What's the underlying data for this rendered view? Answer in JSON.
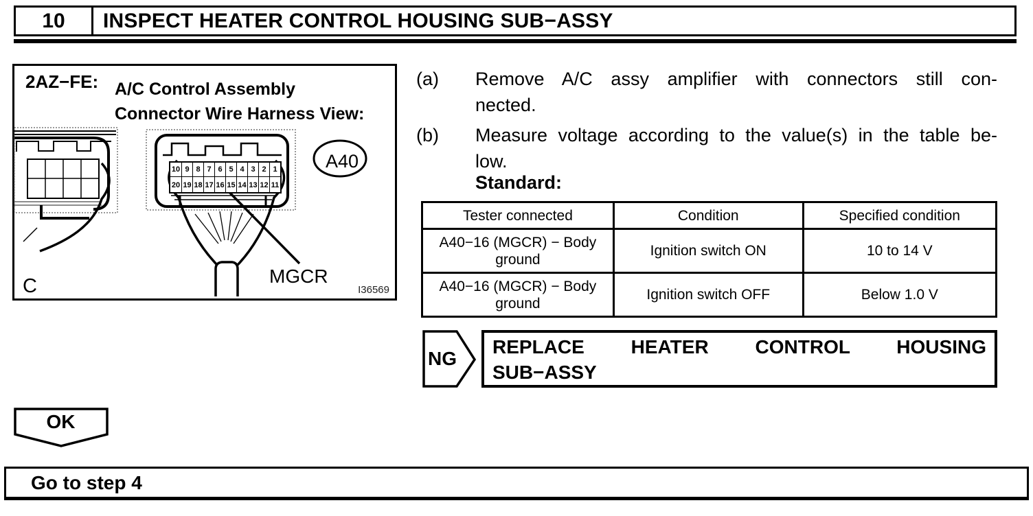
{
  "colors": {
    "ink": "#000000",
    "paper": "#ffffff"
  },
  "header": {
    "step_number": "10",
    "title": "INSPECT HEATER CONTROL HOUSING SUB−ASSY"
  },
  "figure": {
    "engine_label": "2AZ−FE:",
    "caption_line1": "A/C Control Assembly",
    "caption_line2": "Connector Wire Harness View:",
    "connector_label": "A40",
    "pin_label": "MGCR",
    "corner_letter": "C",
    "figure_number": "I36569",
    "pins_top": [
      "10",
      "9",
      "8",
      "7",
      "6",
      "5",
      "4",
      "3",
      "2",
      "1"
    ],
    "pins_bottom": [
      "20",
      "19",
      "18",
      "17",
      "16",
      "15",
      "14",
      "13",
      "12",
      "11"
    ]
  },
  "instructions": [
    {
      "marker": "(a)",
      "line1": "Remove A/C assy amplifier with connectors still con-",
      "line2": "nected."
    },
    {
      "marker": "(b)",
      "line1": "Measure voltage according to the value(s) in the table be-",
      "line2": "low."
    }
  ],
  "standard_label": "Standard:",
  "table": {
    "headers": [
      "Tester connected",
      "Condition",
      "Specified condition"
    ],
    "rows": [
      [
        "A40−16 (MGCR) − Body ground",
        "Ignition switch ON",
        "10 to 14 V"
      ],
      [
        "A40−16 (MGCR) − Body ground",
        "Ignition switch OFF",
        "Below 1.0 V"
      ]
    ]
  },
  "ng": {
    "label": "NG",
    "action_line1": "REPLACE HEATER CONTROL HOUSING",
    "action_line2": "SUB−ASSY"
  },
  "ok": {
    "label": "OK",
    "action": "Go to step 4"
  }
}
